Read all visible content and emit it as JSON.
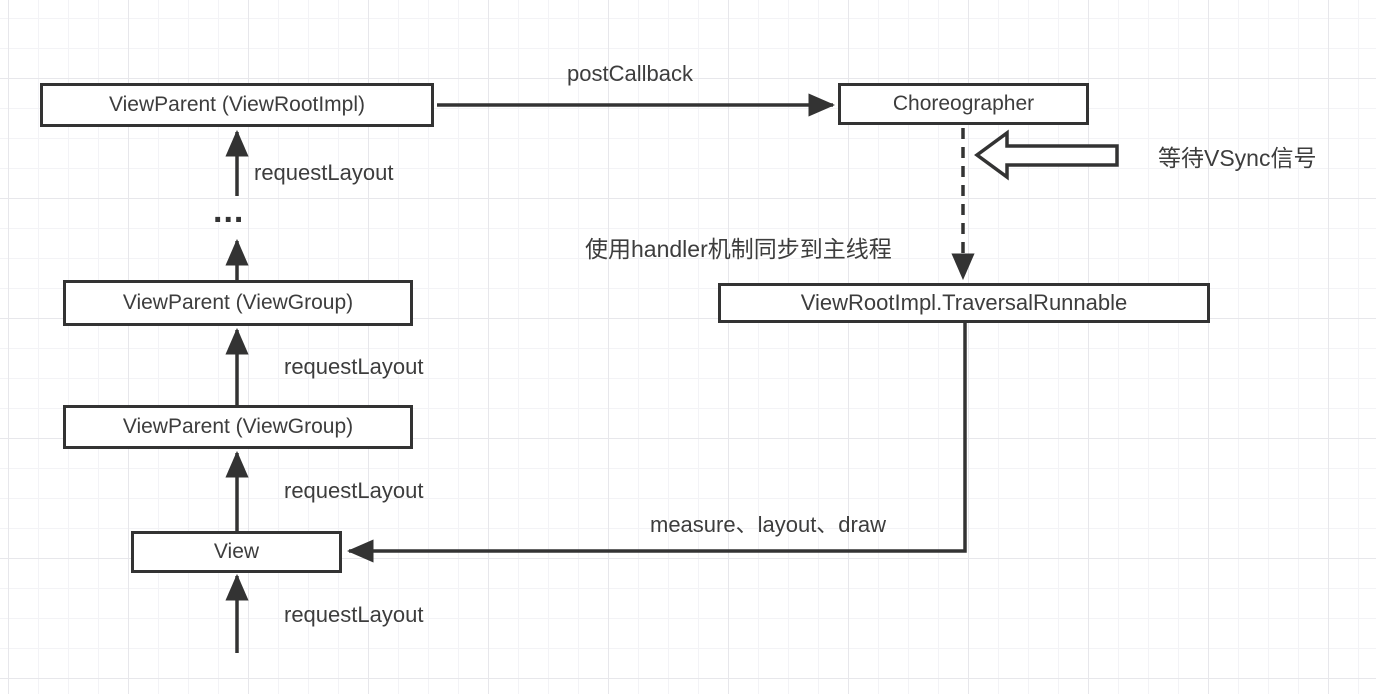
{
  "diagram": {
    "title": "requestLayout / Choreographer traversal flow",
    "boxes": {
      "view_parent_root": "ViewParent (ViewRootImpl)",
      "choreographer": "Choreographer",
      "traversal_runnable": "ViewRootImpl.TraversalRunnable",
      "view_group_upper": "ViewParent (ViewGroup)",
      "view_group_lower": "ViewParent (ViewGroup)",
      "view": "View"
    },
    "labels": {
      "post_callback": "postCallback",
      "request_layout_top": "requestLayout",
      "request_layout_mid1": "requestLayout",
      "request_layout_mid2": "requestLayout",
      "request_layout_bottom": "requestLayout",
      "handler_sync": "使用handler机制同步到主线程",
      "vsync_wait": "等待VSync信号",
      "measure_layout_draw": "measure、layout、draw",
      "ellipsis": "..."
    },
    "colors": {
      "line": "#333333",
      "text": "#3d3d3d",
      "grid_minor": "#f3f3f6",
      "grid_major": "#e7e7eb",
      "background": "#ffffff"
    }
  }
}
